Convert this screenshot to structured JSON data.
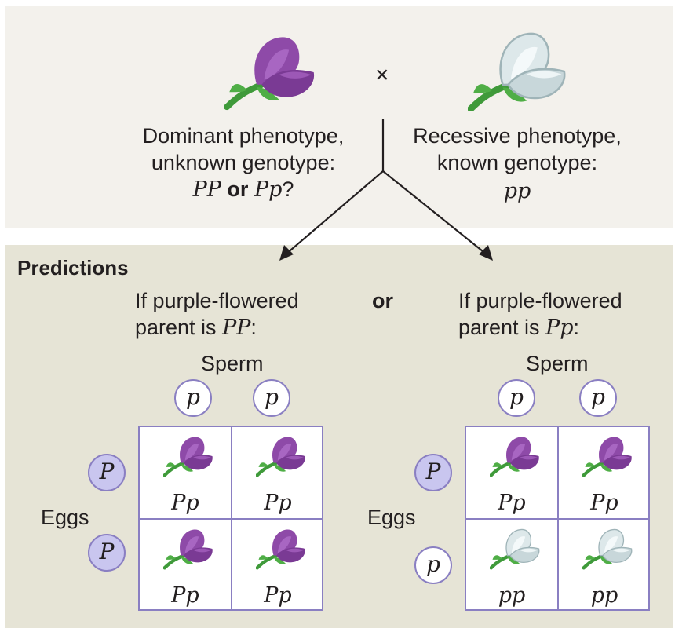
{
  "cross": {
    "symbol": "×",
    "left": {
      "line1": "Dominant phenotype,",
      "line2": "unknown genotype:",
      "geno_a": "PP",
      "or_word": "or",
      "geno_b": "Pp",
      "qmark": "?"
    },
    "right": {
      "line1": "Recessive phenotype,",
      "line2": "known genotype:",
      "geno": "pp"
    }
  },
  "predictions": {
    "heading": "Predictions",
    "or_word": "or",
    "left": {
      "line1": "If purple-flowered",
      "line2_prefix": "parent is ",
      "line2_geno": "PP",
      "line2_suffix": ":",
      "sperm_label": "Sperm",
      "eggs_label": "Eggs",
      "sperm": [
        "p",
        "p"
      ],
      "eggs": [
        "P",
        "P"
      ],
      "cells": [
        "Pp",
        "Pp",
        "Pp",
        "Pp"
      ]
    },
    "right": {
      "line1": "If purple-flowered",
      "line2_prefix": "parent is ",
      "line2_geno": "Pp",
      "line2_suffix": ":",
      "sperm_label": "Sperm",
      "eggs_label": "Eggs",
      "sperm": [
        "p",
        "p"
      ],
      "eggs": [
        "P",
        "p"
      ],
      "cells": [
        "Pp",
        "Pp",
        "pp",
        "pp"
      ]
    }
  },
  "colors": {
    "top_panel": "#f3f1ec",
    "bottom_panel": "#e6e4d6",
    "purple_flower": "#8e4aa8",
    "white_flower": "#dde8ea",
    "stem": "#3f9a3a",
    "allele_dominant_fill": "#c9c6ef",
    "grid_border": "#8a7fc2"
  }
}
